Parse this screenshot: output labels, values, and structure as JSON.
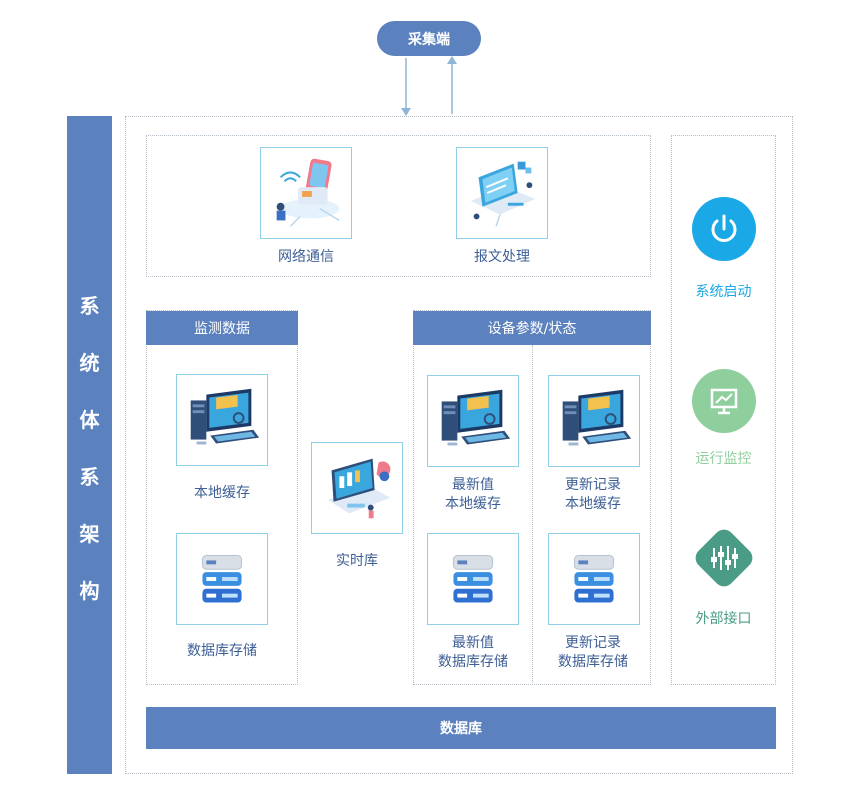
{
  "collector": {
    "label": "采集端"
  },
  "side_title": {
    "chars": [
      "系",
      "统",
      "体",
      "系",
      "架",
      "构"
    ]
  },
  "top_section": {
    "items": [
      {
        "label": "网络通信",
        "icon": "network-communication-icon"
      },
      {
        "label": "报文处理",
        "icon": "message-processing-icon"
      }
    ]
  },
  "monitor": {
    "title": "监测数据",
    "local_cache": "本地缓存",
    "db_storage": "数据库存储"
  },
  "realtime": {
    "label": "实时库"
  },
  "device": {
    "title": "设备参数/状态",
    "latest_cache": [
      "最新值",
      "本地缓存"
    ],
    "history_cache": [
      "更新记录",
      "本地缓存"
    ],
    "latest_db": [
      "最新值",
      "数据库存储"
    ],
    "history_db": [
      "更新记录",
      "数据库存储"
    ]
  },
  "right_panel": {
    "items": [
      {
        "label": "系统启动",
        "icon": "power-icon",
        "color": "#1aa8e6"
      },
      {
        "label": "运行监控",
        "icon": "monitor-chart-icon",
        "color": "#8fcf9e"
      },
      {
        "label": "外部接口",
        "icon": "equalizer-icon",
        "color": "#4a9c86"
      }
    ]
  },
  "database": {
    "label": "数据库"
  },
  "colors": {
    "bar": "#5b82bf",
    "card_border": "#8fd0e8",
    "power": "#1aa8e6",
    "monitor": "#8fcf9e",
    "interface": "#4a9c86"
  }
}
